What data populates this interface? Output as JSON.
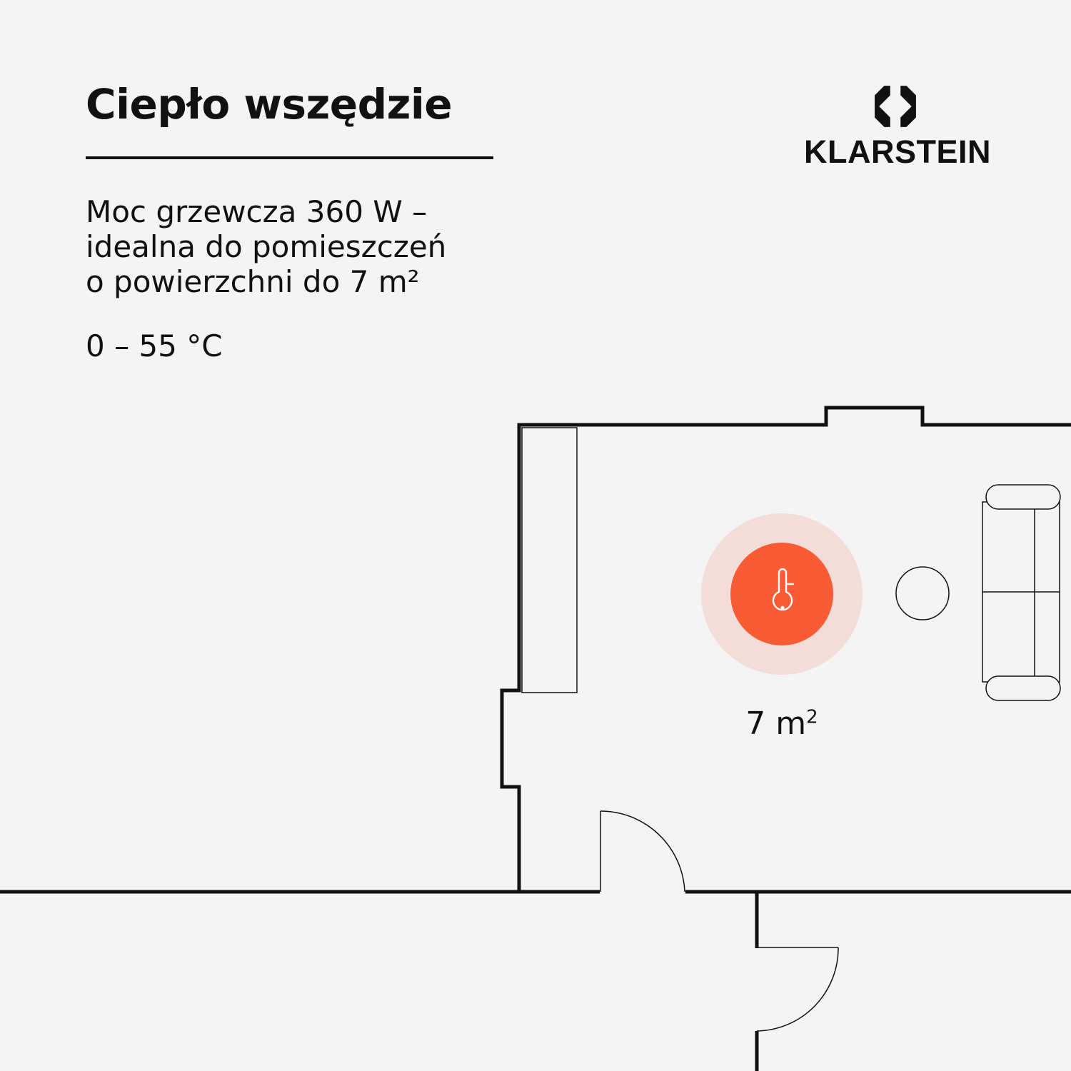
{
  "headline": "Ciepło wszędzie",
  "description": {
    "line1": "Moc grzewcza 360 W –",
    "line2": "idealna do pomieszczeń",
    "line3": "o powierzchni do 7 m²"
  },
  "temperature_range": "0 – 55 °C",
  "brand": {
    "name": "KLARSTEIN",
    "logo_icon": "klarstein-logo-icon"
  },
  "floor_plan": {
    "area_value": "7 m",
    "area_unit_superscript": "2",
    "heater_icon": "thermometer-icon"
  },
  "colors": {
    "background": "#f4f4f4",
    "ink": "#111111",
    "accent": "#f95b34",
    "accent_halo": "#f3ddd8"
  }
}
